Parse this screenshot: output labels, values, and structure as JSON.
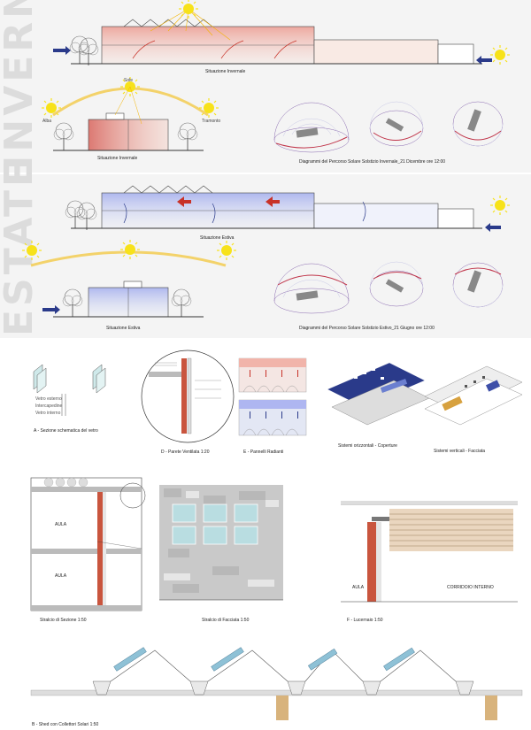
{
  "sections": {
    "winter_label": "INVERNO",
    "summer_label": "ESTATE"
  },
  "winter": {
    "section_caption": "Situazione Invernale",
    "detail_caption": "Situazione Invernale",
    "solar_caption": "Diagrammi del Percorso Solare Solstizio Invernale_21 Dicembre ore 12:00",
    "sun_label_top": "Sole",
    "sunrise": "Alba",
    "sunset": "Tramonto"
  },
  "summer": {
    "section_caption": "Situazione Estiva",
    "detail_caption": "Situazione Estiva",
    "solar_caption": "Diagrammi del Percorso Solare Solstizio Estivo_21 Giugno ore 12:00"
  },
  "details": {
    "a": "A - Sezione schematica del vetro",
    "d": "D - Parete Ventilata 1:20",
    "e": "E - Pannelli Radianti",
    "roof": "Sistemi orizzontali - Coperture",
    "facade": "Sistemi verticali - Facciata",
    "section": "Stralcio di Sezione 1:50",
    "facade_excerpt": "Stralcio di Facciata 1:50",
    "f": "F - Lucernaio 1:50",
    "b": "B - Shed con Collettori Solari 1:50",
    "aula1": "AULA",
    "aula2": "AULA",
    "aula3": "AULA",
    "corridor": "CORRIDOIO INTERNO",
    "glass1": "Vetro esterno",
    "glass2": "Intercapedine",
    "glass3": "Vetro interno"
  }
}
